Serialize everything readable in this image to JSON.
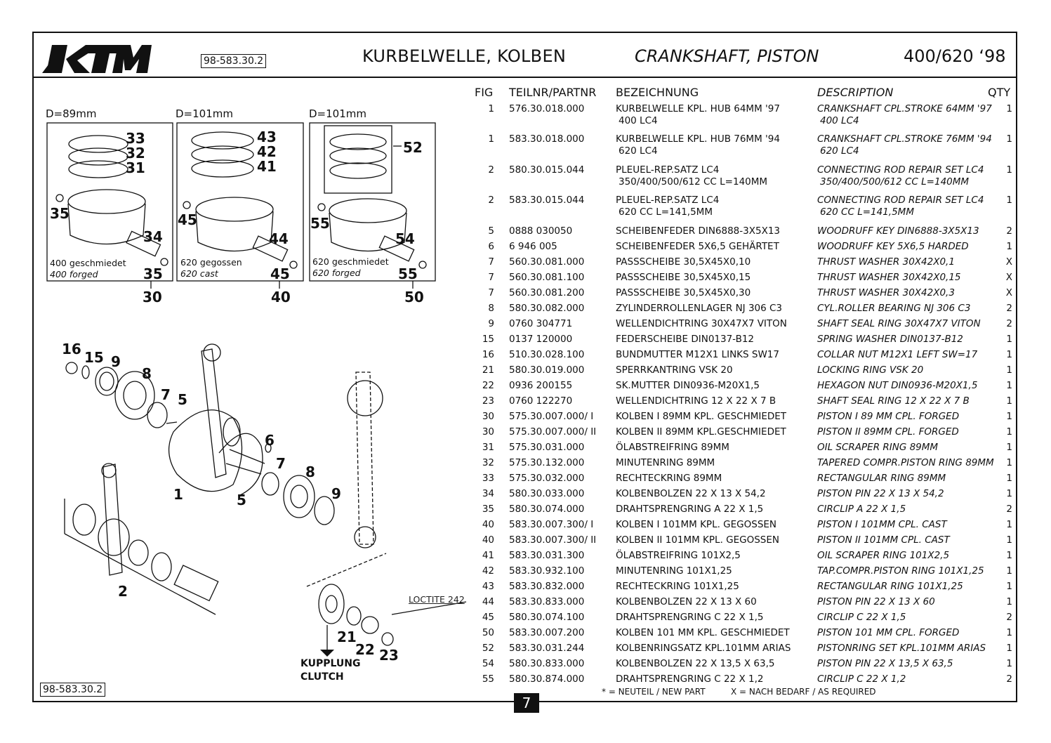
{
  "header": {
    "brand": "KTM",
    "doc_number": "98-583.30.2",
    "title_de": "KURBELWELLE, KOLBEN",
    "title_en": "CRANKSHAFT, PISTON",
    "model": "400/620 ‘98"
  },
  "diagram": {
    "pistons": [
      {
        "diameter": "D=89mm",
        "material_de": "400 geschmiedet",
        "material_en": "400 forged",
        "group": "30",
        "callouts": [
          "33",
          "32",
          "31",
          "35",
          "34",
          "35"
        ]
      },
      {
        "diameter": "D=101mm",
        "material_de": "620 gegossen",
        "material_en": "620 cast",
        "group": "40",
        "callouts": [
          "43",
          "42",
          "41",
          "45",
          "44",
          "45"
        ]
      },
      {
        "diameter": "D=101mm",
        "material_de": "620 geschmiedet",
        "material_en": "620 forged",
        "group": "50",
        "callouts": [
          "52",
          "55",
          "54",
          "55"
        ]
      }
    ],
    "callouts_main": [
      "16",
      "15",
      "9",
      "8",
      "7",
      "5",
      "6",
      "7",
      "8",
      "9",
      "1",
      "5",
      "2",
      "21",
      "22",
      "23"
    ],
    "loctite": "LOCTITE 242",
    "clutch_de": "KUPPLUNG",
    "clutch_en": "CLUTCH"
  },
  "table": {
    "headers": {
      "fig": "FIG",
      "part": "TEILNR/PARTNR",
      "de": "BEZEICHNUNG",
      "en": "DESCRIPTION",
      "qty": "QTY"
    },
    "rows": [
      {
        "fig": "1",
        "part": "576.30.018.000",
        "de": "KURBELWELLE KPL. HUB 64MM  '97",
        "de2": "400 LC4",
        "en": "CRANKSHAFT CPL.STROKE 64MM '97",
        "en2": "400 LC4",
        "qty": "1"
      },
      {
        "fig": "1",
        "part": "583.30.018.000",
        "de": "KURBELWELLE KPL. HUB 76MM  '94",
        "de2": "620 LC4",
        "en": "CRANKSHAFT CPL.STROKE 76MM '94",
        "en2": "620 LC4",
        "qty": "1"
      },
      {
        "fig": "2",
        "part": "580.30.015.044",
        "de": "PLEUEL-REP.SATZ  LC4",
        "de2": "350/400/500/612 CC  L=140MM",
        "en": "CONNECTING ROD REPAIR SET LC4",
        "en2": "350/400/500/612 CC  L=140MM",
        "qty": "1"
      },
      {
        "fig": "2",
        "part": "583.30.015.044",
        "de": "PLEUEL-REP.SATZ  LC4",
        "de2": "620 CC  L=141,5MM",
        "en": "CONNECTING ROD REPAIR SET LC4",
        "en2": "620 CC  L=141,5MM",
        "qty": "1"
      },
      {
        "fig": "5",
        "part": "0888 030050",
        "de": "SCHEIBENFEDER DIN6888-3X5X13",
        "en": "WOODRUFF KEY DIN6888-3X5X13",
        "qty": "2"
      },
      {
        "fig": "6",
        "part": "6 946 005",
        "de": "SCHEIBENFEDER 5X6,5 GEHÄRTET",
        "en": "WOODRUFF KEY 5X6,5 HARDED",
        "qty": "1"
      },
      {
        "fig": "7",
        "part": "560.30.081.000",
        "de": "PASSSCHEIBE 30,5X45X0,10",
        "en": "THRUST WASHER 30X42X0,1",
        "qty": "X"
      },
      {
        "fig": "7",
        "part": "560.30.081.100",
        "de": "PASSSCHEIBE 30,5X45X0,15",
        "en": "THRUST WASHER 30X42X0,15",
        "qty": "X"
      },
      {
        "fig": "7",
        "part": "560.30.081.200",
        "de": "PASSSCHEIBE 30,5X45X0,30",
        "en": "THRUST WASHER 30X42X0,3",
        "qty": "X"
      },
      {
        "fig": "8",
        "part": "580.30.082.000",
        "de": "ZYLINDERROLLENLAGER NJ 306 C3",
        "en": "CYL.ROLLER BEARING NJ 306 C3",
        "qty": "2"
      },
      {
        "fig": "9",
        "part": "0760 304771",
        "de": "WELLENDICHTRING 30X47X7 VITON",
        "en": "SHAFT SEAL RING 30X47X7 VITON",
        "qty": "2"
      },
      {
        "fig": "15",
        "part": "0137 120000",
        "de": "FEDERSCHEIBE DIN0137-B12",
        "en": "SPRING WASHER DIN0137-B12",
        "qty": "1"
      },
      {
        "fig": "16",
        "part": "510.30.028.100",
        "de": "BUNDMUTTER M12X1 LINKS   SW17",
        "en": "COLLAR NUT M12X1 LEFT    SW=17",
        "qty": "1"
      },
      {
        "fig": "21",
        "part": "580.30.019.000",
        "de": "SPERRKANTRING VSK 20",
        "en": "LOCKING RING VSK 20",
        "qty": "1"
      },
      {
        "fig": "22",
        "part": "0936 200155",
        "de": "SK.MUTTER DIN0936-M20X1,5",
        "en": "HEXAGON NUT DIN0936-M20X1,5",
        "qty": "1"
      },
      {
        "fig": "23",
        "part": "0760 122270",
        "de": "WELLENDICHTRING 12 X 22 X 7 B",
        "en": "SHAFT SEAL RING 12 X 22 X 7 B",
        "qty": "1"
      },
      {
        "fig": "30",
        "part": "575.30.007.000/ I",
        "de": "KOLBEN I 89MM KPL. GESCHMIEDET",
        "en": "PISTON I 89 MM CPL. FORGED",
        "qty": "1"
      },
      {
        "fig": "30",
        "part": "575.30.007.000/ II",
        "de": "KOLBEN II 89MM KPL.GESCHMIEDET",
        "en": "PISTON II 89MM CPL. FORGED",
        "qty": "1"
      },
      {
        "fig": "31",
        "part": "575.30.031.000",
        "de": "ÖLABSTREIFRING 89MM",
        "en": "OIL SCRAPER RING 89MM",
        "qty": "1"
      },
      {
        "fig": "32",
        "part": "575.30.132.000",
        "de": "MINUTENRING 89MM",
        "en": "TAPERED COMPR.PISTON RING 89MM",
        "qty": "1"
      },
      {
        "fig": "33",
        "part": "575.30.032.000",
        "de": "RECHTECKRING 89MM",
        "en": "RECTANGULAR RING 89MM",
        "qty": "1"
      },
      {
        "fig": "34",
        "part": "580.30.033.000",
        "de": "KOLBENBOLZEN 22 X 13 X 54,2",
        "en": "PISTON PIN 22 X 13 X 54,2",
        "qty": "1"
      },
      {
        "fig": "35",
        "part": "580.30.074.000",
        "de": "DRAHTSPRENGRING A 22 X 1,5",
        "en": "CIRCLIP A 22 X 1,5",
        "qty": "2"
      },
      {
        "fig": "40",
        "part": "583.30.007.300/ I",
        "de": "KOLBEN I 101MM KPL. GEGOSSEN",
        "en": "PISTON I 101MM CPL. CAST",
        "qty": "1"
      },
      {
        "fig": "40",
        "part": "583.30.007.300/ II",
        "de": "KOLBEN II 101MM KPL. GEGOSSEN",
        "en": "PISTON II 101MM CPL. CAST",
        "qty": "1"
      },
      {
        "fig": "41",
        "part": "583.30.031.300",
        "de": "ÖLABSTREIFRING 101X2,5",
        "en": "OIL SCRAPER RING 101X2,5",
        "qty": "1"
      },
      {
        "fig": "42",
        "part": "583.30.932.100",
        "de": "MINUTENRING 101X1,25",
        "en": "TAP.COMPR.PISTON RING 101X1,25",
        "qty": "1"
      },
      {
        "fig": "43",
        "part": "583.30.832.000",
        "de": "RECHTECKRING 101X1,25",
        "en": "RECTANGULAR RING 101X1,25",
        "qty": "1"
      },
      {
        "fig": "44",
        "part": "583.30.833.000",
        "de": "KOLBENBOLZEN 22 X 13 X 60",
        "en": "PISTON PIN 22 X 13 X 60",
        "qty": "1"
      },
      {
        "fig": "45",
        "part": "580.30.074.100",
        "de": "DRAHTSPRENGRING  C 22 X 1,5",
        "en": "CIRCLIP C 22 X 1,5",
        "qty": "2"
      },
      {
        "fig": "50",
        "part": "583.30.007.200",
        "de": "KOLBEN 101 MM KPL. GESCHMIEDET",
        "en": "PISTON 101 MM CPL. FORGED",
        "qty": "1"
      },
      {
        "fig": "52",
        "part": "583.30.031.244",
        "de": "KOLBENRINGSATZ KPL.101MM ARIAS",
        "en": "PISTONRING SET KPL.101MM ARIAS",
        "qty": "1"
      },
      {
        "fig": "54",
        "part": "580.30.833.000",
        "de": "KOLBENBOLZEN 22 X 13,5 X 63,5",
        "en": "PISTON PIN 22 X 13,5 X 63,5",
        "qty": "1"
      },
      {
        "fig": "55",
        "part": "580.30.874.000",
        "de": "DRAHTSPRENGRING C 22 X 1,2",
        "en": "CIRCLIP C 22 X 1,2",
        "qty": "2"
      }
    ]
  },
  "footer": {
    "note_new": "* = NEUTEIL / NEW PART",
    "note_required": "X = NACH BEDARF / AS REQUIRED",
    "page": "7",
    "doc_number": "98-583.30.2"
  }
}
